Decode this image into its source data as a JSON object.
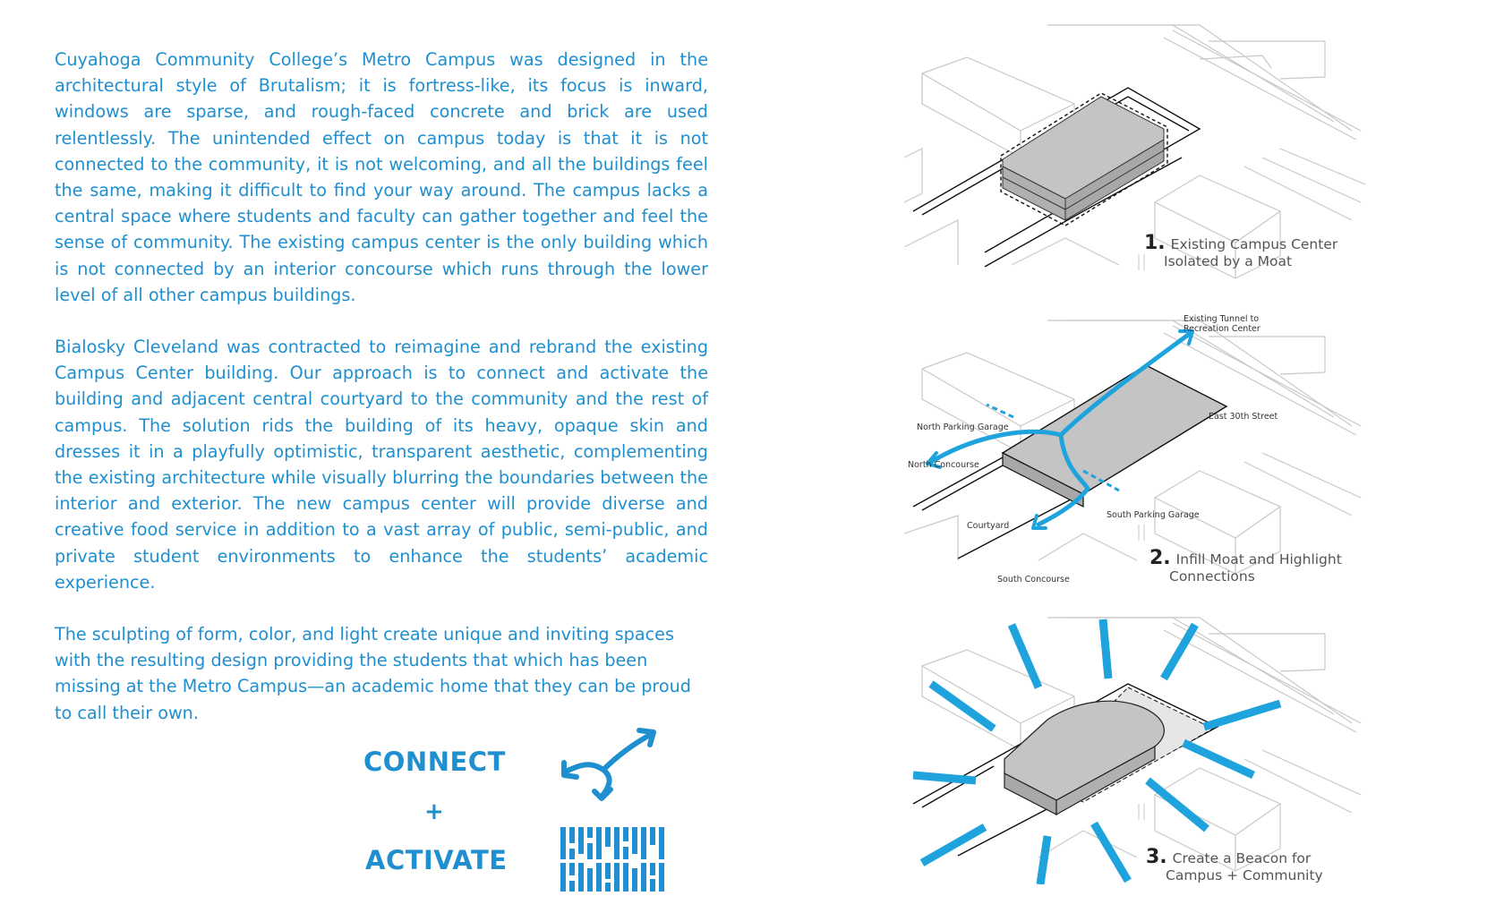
{
  "paragraphs": [
    "Cuyahoga Community College’s Metro Campus was designed in the architectural style of Brutalism; it is fortress-like, its focus is inward, windows are sparse, and rough-faced concrete and brick are used relentlessly.  The unintended effect on campus today is that it is not connected to the community, it is not welcoming, and all the buildings feel the same, making it difficult to find your way around. The campus lacks a central space where students and faculty can gather together and feel the sense of community. The existing campus center is the only building which is not connected by an interior concourse which runs through the lower level of all other campus buildings.",
    "Bialosky Cleveland was contracted to reimagine and rebrand the existing Campus Center building. Our approach is to connect and activate the building and adjacent central courtyard to the community and the rest of campus.  The solution rids the building of its heavy, opaque skin and dresses it in a playfully optimistic, transparent aesthetic, complementing the existing architecture while visually blurring the boundaries between the interior and exterior. The new campus center will provide diverse and creative food service in addition to a vast array of public, semi-public, and private student environments to enhance the students’ academic experience.",
    "The sculpting of form, color, and light create unique and inviting spaces with the resulting design providing the students that which has been missing at the Metro Campus—an academic home that they can be proud to call their own."
  ],
  "concept": {
    "connect": "CONNECT",
    "plus": "+",
    "activate": "ACTIVATE"
  },
  "steps": [
    {
      "number": "1.",
      "line1": "Existing Campus Center",
      "line2": "Isolated by a Moat"
    },
    {
      "number": "2.",
      "line1": "Infill Moat and Highlight",
      "line2": "Connections"
    },
    {
      "number": "3.",
      "line1": "Create a Beacon for",
      "line2": "Campus + Community"
    }
  ],
  "diagram2_labels": {
    "tunnel": [
      "Existing Tunnel to",
      "Recreation Center"
    ],
    "east_street": "East 30th Street",
    "north_garage": "North Parking Garage",
    "north_concourse": "North Concourse",
    "south_garage": "South Parking Garage",
    "courtyard": "Courtyard",
    "south_concourse": "South Concourse"
  },
  "colors": {
    "accent_blue": "#1fa3dc",
    "text_blue": "#1f8fcf",
    "building_gray": "#c4c4c4",
    "line_gray": "#c8c8c8"
  }
}
